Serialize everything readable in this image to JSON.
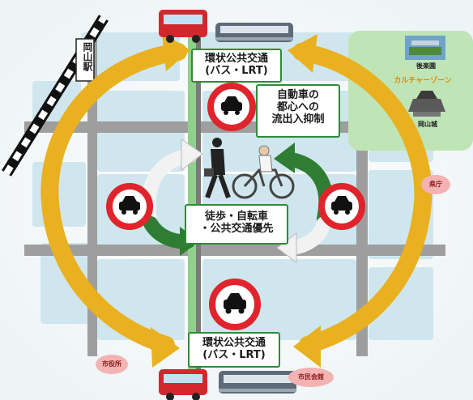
{
  "labels": {
    "ring_transit_top_line1": "環状公共交通",
    "ring_transit_top_line2": "(バス・LRT)",
    "ring_transit_bottom_line1": "環状公共交通",
    "ring_transit_bottom_line2": "(バス・LRT)",
    "car_restriction_line1": "自動車の",
    "car_restriction_line2": "都心への",
    "car_restriction_line3": "流出入抑制",
    "priority_line1": "徒歩・自転車",
    "priority_line2": "・公共交通優先",
    "station": "岡山駅",
    "culture_zone": "カルチャーゾーン",
    "korakuen": "後楽園",
    "okayama_castle": "岡山城",
    "prefectural_office": "県庁",
    "city_hall": "市役所",
    "civic_hall": "市民会館"
  },
  "colors": {
    "ring_arrow": "#e9b020",
    "cycle_arrow_green": "#2e7d32",
    "cycle_arrow_white": "#f2f2f2",
    "block": "#cfe6ee",
    "road": "#9e9e9e",
    "culture_zone_bg": "#bfe5b7",
    "no_car_ring": "#e0242b",
    "label_border": "#2e8b3a"
  },
  "icons": [
    "bus-icon",
    "lrt-tram-icon",
    "no-cars-sign-icon",
    "pedestrian-icon",
    "cyclist-icon",
    "railway-track-icon",
    "castle-icon",
    "garden-icon"
  ]
}
